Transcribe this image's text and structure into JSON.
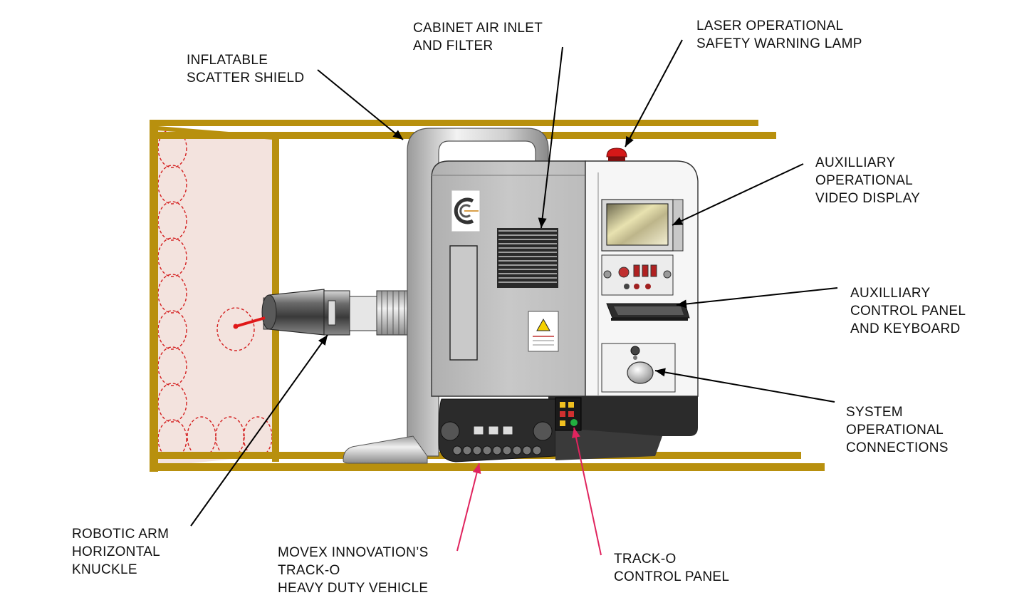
{
  "callouts": {
    "scatter_shield": [
      "INFLATABLE",
      "SCATTER SHIELD"
    ],
    "air_inlet": [
      "CABINET AIR INLET",
      "AND FILTER"
    ],
    "warning_lamp": [
      "LASER OPERATIONAL",
      "SAFETY WARNING LAMP"
    ],
    "video_display": [
      "AUXILLIARY",
      "OPERATIONAL",
      "VIDEO DISPLAY"
    ],
    "control_panel": [
      "AUXILLIARY",
      "CONTROL PANEL",
      "AND KEYBOARD"
    ],
    "connections": [
      "SYSTEM",
      "OPERATIONAL",
      "CONNECTIONS"
    ],
    "robotic_arm": [
      "ROBOTIC ARM",
      "HORIZONTAL",
      "KNUCKLE"
    ],
    "vehicle": [
      "MOVEX INNOVATION’S",
      "TRACK-O",
      "HEAVY DUTY VEHICLE"
    ],
    "track_panel": [
      "TRACK-O",
      "CONTROL PANEL"
    ]
  },
  "colors": {
    "frame": "#b8900e",
    "shield_fill": "#f3e3de",
    "shield_circle": "#d42020",
    "cabinet": "#c4c4c4",
    "panel_white": "#f6f6f6",
    "track": "#2b2b2b",
    "leader_black": "#000000",
    "leader_red": "#e0245e",
    "lamp": "#d41818"
  },
  "icons": [
    "company-logo-icon",
    "warning-sign-icon",
    "laser-lamp-icon"
  ]
}
